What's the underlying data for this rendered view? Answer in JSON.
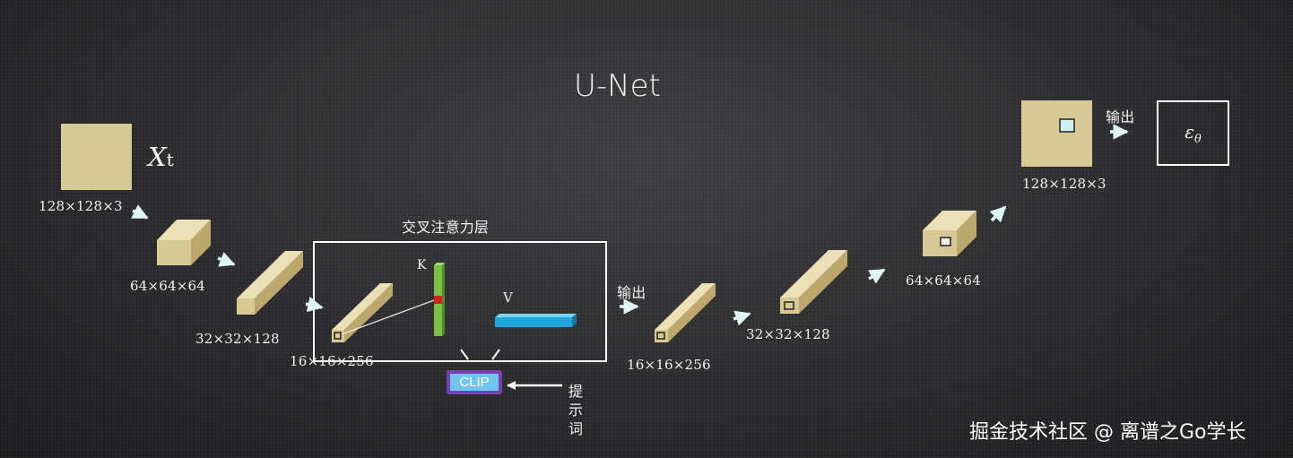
{
  "title": "U-Net",
  "input": {
    "symbol": "X",
    "subscript": "t",
    "dims": "128×128×3"
  },
  "encoder_labels": [
    "64×64×64",
    "32×32×128",
    "16×16×256"
  ],
  "decoder_labels": [
    "16×16×256",
    "32×32×128",
    "64×64×64",
    "128×128×3"
  ],
  "cross_attention": {
    "title": "交叉注意力层",
    "k_label": "K",
    "v_label": "V"
  },
  "output_label_1": "输出",
  "output_label_2": "输出",
  "clip": {
    "label": "CLIP"
  },
  "prompt": [
    "提",
    "示",
    "词"
  ],
  "epsilon": {
    "symbol": "ε",
    "subscript": "θ"
  },
  "watermark": "掘金技术社区 @ 离谱之Go学长",
  "colors": {
    "block_front": "#d7c993",
    "block_top": "#ebe0b6",
    "block_side": "#bba86a",
    "arrow": "#dff8f2",
    "k_bar": "#7cbf45",
    "k_highlight": "#d41f1f",
    "v_bar": "#1ea5dc",
    "clip_fill": "#6fc6ee",
    "clip_border": "#7a3fb0"
  }
}
